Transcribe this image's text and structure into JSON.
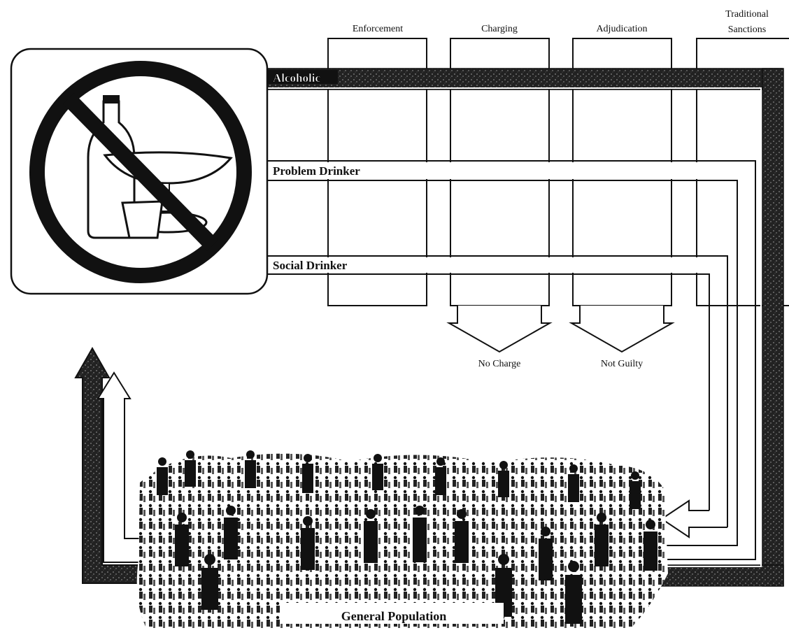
{
  "stages": [
    {
      "id": "enforcement",
      "label": "Enforcement"
    },
    {
      "id": "charging",
      "label": "Charging"
    },
    {
      "id": "adjudication",
      "label": "Adjudication"
    },
    {
      "id": "sanctions",
      "label_line1": "Traditional",
      "label_line2": "Sanctions"
    }
  ],
  "flows": [
    {
      "id": "alcoholic",
      "label": "Alcoholic"
    },
    {
      "id": "problem-drinker",
      "label": "Problem Drinker"
    },
    {
      "id": "social-drinker",
      "label": "Social Drinker"
    }
  ],
  "outcomes": [
    {
      "id": "no-charge",
      "label": "No Charge"
    },
    {
      "id": "not-guilty",
      "label": "Not Guilty"
    }
  ],
  "population": {
    "label": "General Population"
  },
  "icons": {
    "prohibition": "no-drinking-icon",
    "crowd": "crowd-illustration"
  },
  "colors": {
    "ink": "#111111",
    "alcoholic_band": "#2a2a2a",
    "paper": "#ffffff"
  }
}
